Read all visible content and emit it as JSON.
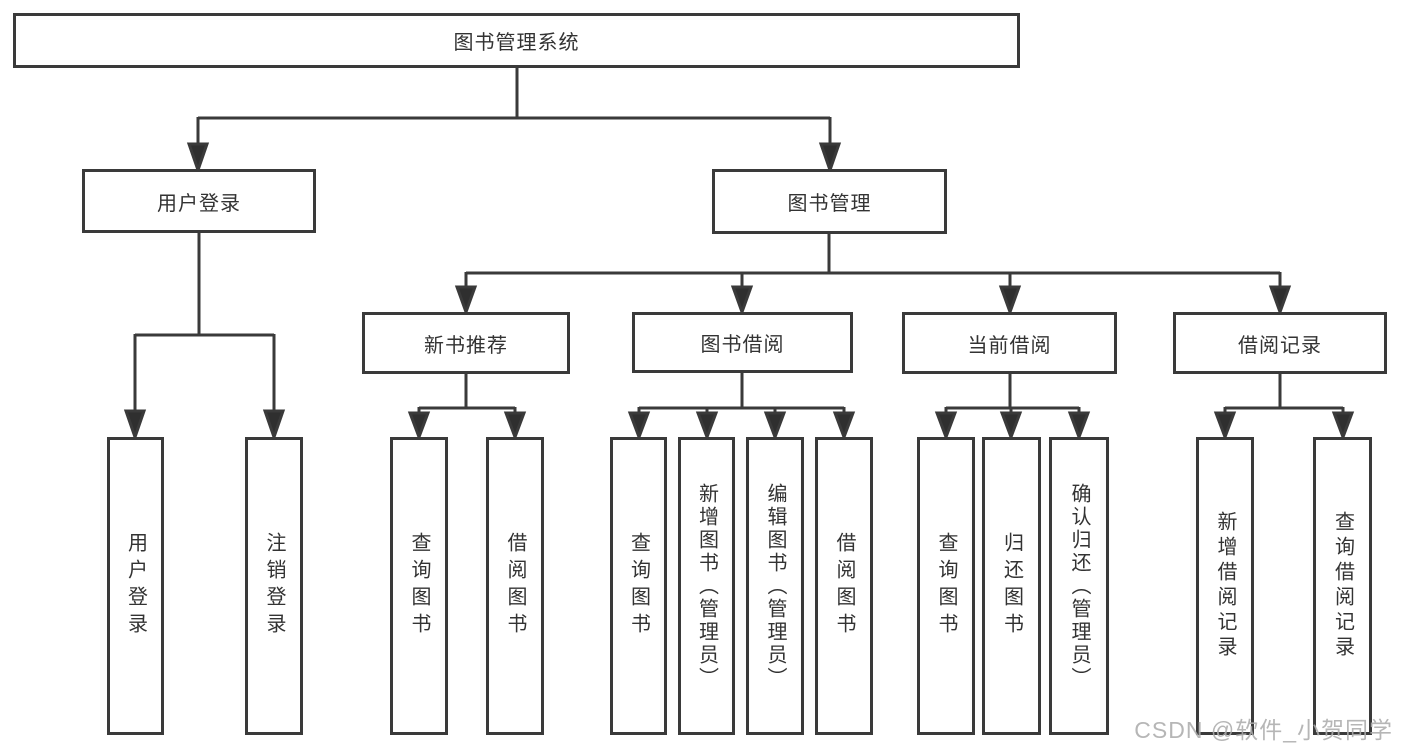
{
  "diagram_title": "图书管理系统",
  "tree": {
    "root": {
      "label": "图书管理系统",
      "children": [
        {
          "label": "用户登录",
          "children": [
            {
              "label": "用户登录"
            },
            {
              "label": "注销登录"
            }
          ]
        },
        {
          "label": "图书管理",
          "children": [
            {
              "label": "新书推荐",
              "children": [
                {
                  "label": "查询图书"
                },
                {
                  "label": "借阅图书"
                }
              ]
            },
            {
              "label": "图书借阅",
              "children": [
                {
                  "label": "查询图书"
                },
                {
                  "label": "新增图书（管理员）"
                },
                {
                  "label": "编辑图书（管理员）"
                },
                {
                  "label": "借阅图书"
                }
              ]
            },
            {
              "label": "当前借阅",
              "children": [
                {
                  "label": "查询图书"
                },
                {
                  "label": "归还图书"
                },
                {
                  "label": "确认归还（管理员）"
                }
              ]
            },
            {
              "label": "借阅记录",
              "children": [
                {
                  "label": "新增借阅记录"
                },
                {
                  "label": "查询借阅记录"
                }
              ]
            }
          ]
        }
      ]
    }
  },
  "watermark": "CSDN @软件_小贺同学",
  "colors": {
    "line": "#3a3a3a",
    "box_border": "#3a3a3a",
    "text": "#333333",
    "watermark": "#acacac",
    "background": "#ffffff"
  }
}
